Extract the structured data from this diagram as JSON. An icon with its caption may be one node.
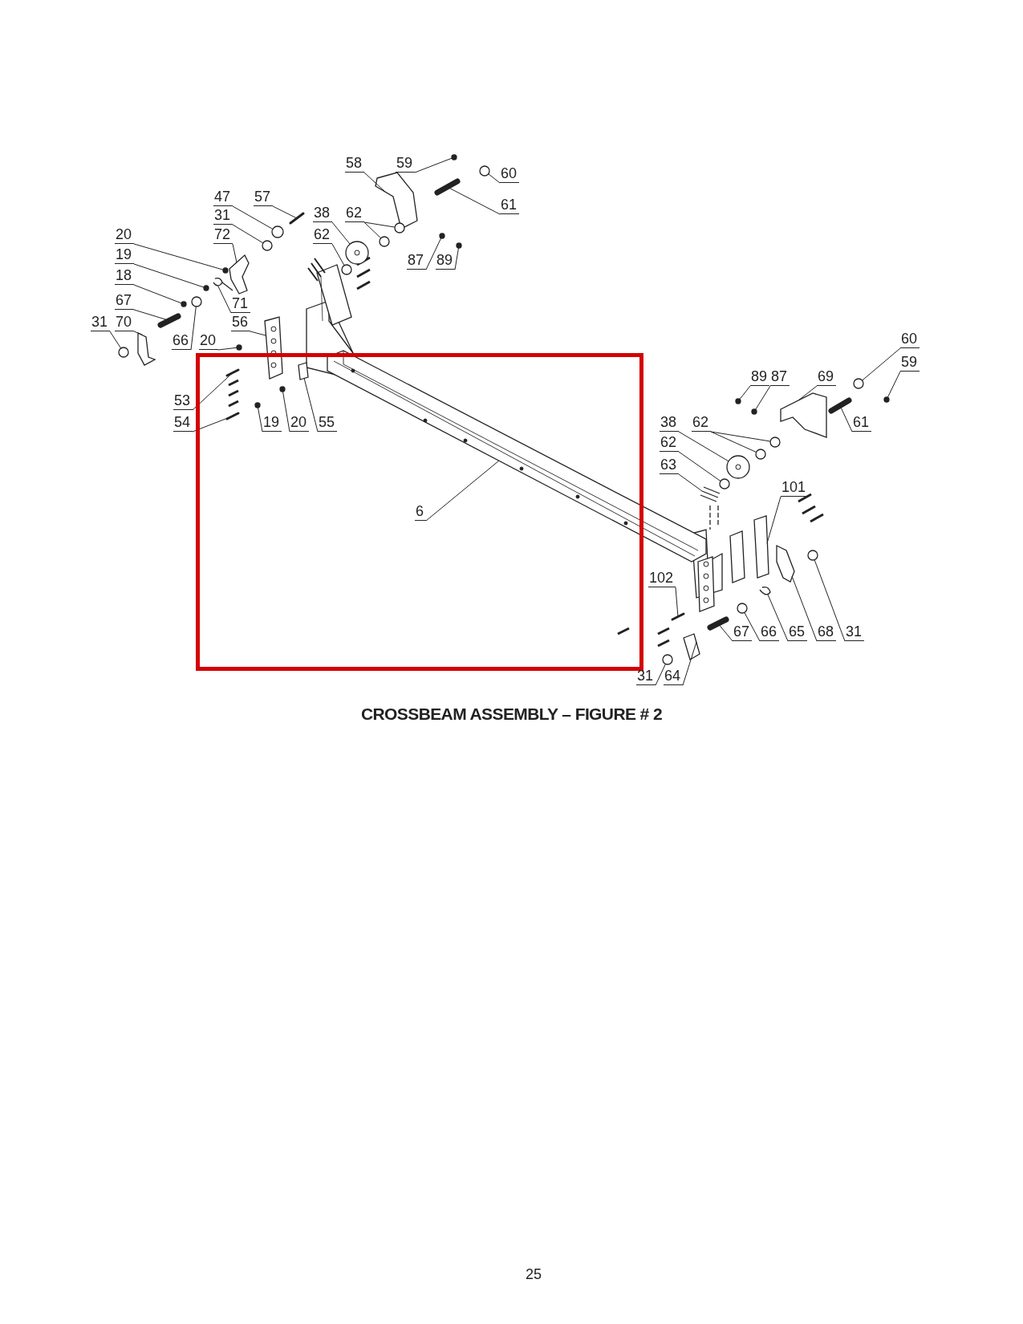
{
  "diagram": {
    "caption": "CROSSBEAM ASSEMBLY – FIGURE # 2",
    "nodes": [
      {
        "text": [
          "58"
        ]
      },
      {
        "text": [
          "59"
        ]
      },
      {
        "text": [
          "60"
        ]
      },
      {
        "text": [
          "61"
        ]
      },
      {
        "text": [
          "47"
        ]
      },
      {
        "text": [
          "57"
        ]
      },
      {
        "text": [
          "38"
        ]
      },
      {
        "text": [
          "62"
        ]
      },
      {
        "text": [
          "31"
        ]
      },
      {
        "text": [
          "72"
        ]
      },
      {
        "text": [
          "62"
        ]
      },
      {
        "text": [
          "20"
        ]
      },
      {
        "text": [
          "87"
        ]
      },
      {
        "text": [
          "89"
        ]
      },
      {
        "text": [
          "19"
        ]
      },
      {
        "text": [
          "18"
        ]
      },
      {
        "text": [
          "67"
        ]
      },
      {
        "text": [
          "71"
        ]
      },
      {
        "text": [
          "31"
        ]
      },
      {
        "text": [
          "70"
        ]
      },
      {
        "text": [
          "56"
        ]
      },
      {
        "text": [
          "66"
        ]
      },
      {
        "text": [
          "20"
        ]
      },
      {
        "text": [
          "53"
        ]
      },
      {
        "text": [
          "54"
        ]
      },
      {
        "text": [
          "19"
        ]
      },
      {
        "text": [
          "20"
        ]
      },
      {
        "text": [
          "55"
        ]
      },
      {
        "text": [
          "60"
        ]
      },
      {
        "text": [
          "59"
        ]
      },
      {
        "text": [
          "89"
        ]
      },
      {
        "text": [
          "87"
        ]
      },
      {
        "text": [
          "69"
        ]
      },
      {
        "text": [
          "38"
        ]
      },
      {
        "text": [
          "62"
        ]
      },
      {
        "text": [
          "61"
        ]
      },
      {
        "text": [
          "62"
        ]
      },
      {
        "text": [
          "63"
        ]
      },
      {
        "text": [
          "101"
        ]
      },
      {
        "text": [
          "6"
        ]
      },
      {
        "text": [
          "102"
        ]
      },
      {
        "text": [
          "67"
        ]
      },
      {
        "text": [
          "66"
        ]
      },
      {
        "text": [
          "65"
        ]
      },
      {
        "text": [
          "68"
        ]
      },
      {
        "text": [
          "31"
        ]
      },
      {
        "text": [
          "31"
        ]
      },
      {
        "text": [
          "64"
        ]
      },
      {
        "text": [],
        "shape": "picture"
      },
      {
        "text": [],
        "shape": "circle"
      },
      {
        "text": [],
        "shape": "circle"
      },
      {
        "text": [],
        "shape": "bar"
      },
      {
        "text": [],
        "shape": "circle"
      },
      {
        "text": [],
        "shape": "bar"
      },
      {
        "text": [],
        "shape": "circle"
      },
      {
        "text": [],
        "shape": "circle"
      },
      {
        "text": [],
        "shape": "circle"
      },
      {
        "text": [],
        "shape": "circle"
      },
      {
        "text": [],
        "shape": "picture"
      },
      {
        "text": [],
        "shape": "circle"
      },
      {
        "text": [],
        "shape": "circle"
      },
      {
        "text": [],
        "shape": "circle"
      },
      {
        "text": [],
        "shape": "circle"
      },
      {
        "text": [],
        "shape": "circle"
      },
      {
        "text": [],
        "shape": "circle"
      },
      {
        "text": [],
        "shape": "bar"
      },
      {
        "text": [],
        "shape": "picture"
      },
      {
        "text": [],
        "shape": "circle"
      },
      {
        "text": [],
        "shape": "picture"
      },
      {
        "text": [],
        "shape": "picture"
      },
      {
        "text": [],
        "shape": "circle"
      },
      {
        "text": [],
        "shape": "circle"
      },
      {
        "text": [],
        "shape": "bar"
      },
      {
        "text": [],
        "shape": "bar"
      },
      {
        "text": [],
        "shape": "circle"
      },
      {
        "text": [],
        "shape": "circle"
      },
      {
        "text": [],
        "shape": "box"
      },
      {
        "text": [],
        "shape": "circle"
      },
      {
        "text": [],
        "shape": "circle"
      },
      {
        "text": [],
        "shape": "circle"
      },
      {
        "text": [],
        "shape": "circle"
      },
      {
        "text": [],
        "shape": "picture"
      },
      {
        "text": [],
        "shape": "circle"
      },
      {
        "text": [],
        "shape": "circle"
      },
      {
        "text": [],
        "shape": "circle"
      },
      {
        "text": [],
        "shape": "bar"
      },
      {
        "text": [],
        "shape": "circle"
      },
      {
        "text": [],
        "shape": "picture"
      },
      {
        "text": [],
        "shape": "picture"
      },
      {
        "text": [],
        "shape": "picture"
      },
      {
        "text": [],
        "shape": "bar"
      },
      {
        "text": [],
        "shape": "bar"
      },
      {
        "text": [],
        "shape": "circle"
      },
      {
        "text": [],
        "shape": "picture"
      },
      {
        "text": [],
        "shape": "picture"
      },
      {
        "text": [],
        "shape": "circle"
      },
      {
        "text": [],
        "shape": "circle"
      },
      {
        "text": [],
        "shape": "picture"
      }
    ],
    "edges": [
      {
        "from": 0,
        "to": 48,
        "arrow": "none"
      },
      {
        "from": 1,
        "to": 49,
        "arrow": "none"
      },
      {
        "from": 2,
        "to": 50,
        "arrow": "none"
      },
      {
        "from": 3,
        "to": 51,
        "arrow": "none"
      },
      {
        "from": 4,
        "to": 52,
        "arrow": "none"
      },
      {
        "from": 5,
        "to": 53,
        "arrow": "none"
      },
      {
        "from": 6,
        "to": 54,
        "arrow": "none"
      },
      {
        "from": 7,
        "to": 55,
        "arrow": "none"
      },
      {
        "from": 7,
        "to": 56,
        "arrow": "none"
      },
      {
        "from": 8,
        "to": 57,
        "arrow": "none"
      },
      {
        "from": 9,
        "to": 58,
        "arrow": "none"
      },
      {
        "from": 10,
        "to": 59,
        "arrow": "none"
      },
      {
        "from": 11,
        "to": 60,
        "arrow": "none"
      },
      {
        "from": 12,
        "to": 61,
        "arrow": "none"
      },
      {
        "from": 13,
        "to": 62,
        "arrow": "none"
      },
      {
        "from": 14,
        "to": 63,
        "arrow": "none"
      },
      {
        "from": 15,
        "to": 64,
        "arrow": "none"
      },
      {
        "from": 16,
        "to": 65,
        "arrow": "none"
      },
      {
        "from": 17,
        "to": 66,
        "arrow": "none"
      },
      {
        "from": 18,
        "to": 67,
        "arrow": "none"
      },
      {
        "from": 19,
        "to": 68,
        "arrow": "none"
      },
      {
        "from": 20,
        "to": 69,
        "arrow": "none"
      },
      {
        "from": 21,
        "to": 70,
        "arrow": "none"
      },
      {
        "from": 22,
        "to": 71,
        "arrow": "none"
      },
      {
        "from": 23,
        "to": 72,
        "arrow": "none"
      },
      {
        "from": 24,
        "to": 73,
        "arrow": "none"
      },
      {
        "from": 25,
        "to": 74,
        "arrow": "none"
      },
      {
        "from": 26,
        "to": 75,
        "arrow": "none"
      },
      {
        "from": 27,
        "to": 76,
        "arrow": "none"
      },
      {
        "from": 28,
        "to": 77,
        "arrow": "none"
      },
      {
        "from": 29,
        "to": 78,
        "arrow": "none"
      },
      {
        "from": 30,
        "to": 79,
        "arrow": "none"
      },
      {
        "from": 31,
        "to": 80,
        "arrow": "none"
      },
      {
        "from": 32,
        "to": 81,
        "arrow": "none"
      },
      {
        "from": 33,
        "to": 82,
        "arrow": "none"
      },
      {
        "from": 34,
        "to": 83,
        "arrow": "none"
      },
      {
        "from": 34,
        "to": 84,
        "arrow": "none"
      },
      {
        "from": 35,
        "to": 85,
        "arrow": "none"
      },
      {
        "from": 36,
        "to": 86,
        "arrow": "none"
      },
      {
        "from": 37,
        "to": 87,
        "arrow": "none"
      },
      {
        "from": 38,
        "to": 88,
        "arrow": "none"
      },
      {
        "from": 39,
        "to": 89,
        "arrow": "none"
      },
      {
        "from": 40,
        "to": 90,
        "arrow": "none"
      },
      {
        "from": 41,
        "to": 91,
        "arrow": "none"
      },
      {
        "from": 42,
        "to": 92,
        "arrow": "none"
      },
      {
        "from": 43,
        "to": 93,
        "arrow": "none"
      },
      {
        "from": 44,
        "to": 94,
        "arrow": "none"
      },
      {
        "from": 45,
        "to": 95,
        "arrow": "none"
      },
      {
        "from": 46,
        "to": 96,
        "arrow": "none"
      },
      {
        "from": 47,
        "to": 97,
        "arrow": "none"
      }
    ],
    "labels": [
      "25"
    ]
  }
}
